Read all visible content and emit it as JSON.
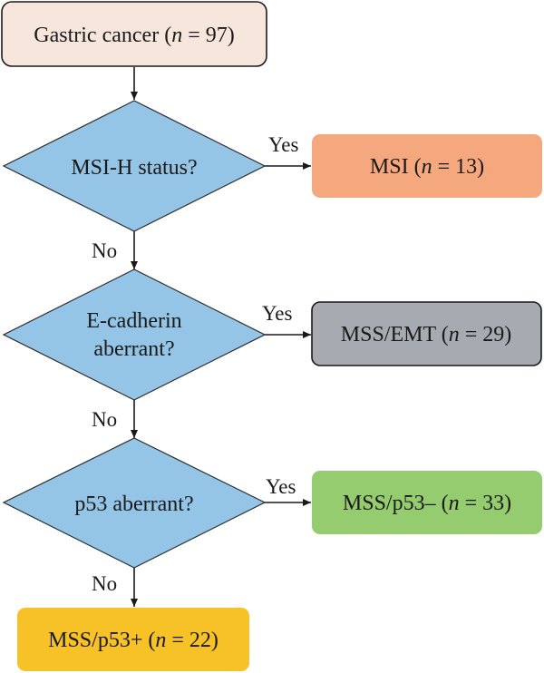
{
  "nodes": {
    "start": {
      "prefix": "Gastric cancer (",
      "n_symbol": "n",
      "suffix": " = 97)",
      "fill": "#f7e6dc"
    },
    "q1": {
      "line1": "MSI-H status?",
      "fill": "#94c4e6"
    },
    "q2": {
      "line1": "E-cadherin",
      "line2": "aberrant?",
      "fill": "#94c4e6"
    },
    "q3": {
      "line1": "p53 aberrant?",
      "fill": "#94c4e6"
    },
    "r_msi": {
      "prefix": "MSI (",
      "n_symbol": "n",
      "suffix": " = 13)",
      "fill": "#f5a87e"
    },
    "r_emt": {
      "prefix": "MSS/EMT (",
      "n_symbol": "n",
      "suffix": " = 29)",
      "fill": "#a7abb1"
    },
    "r_p53neg": {
      "prefix": "MSS/p53– (",
      "n_symbol": "n",
      "suffix": " = 33)",
      "fill": "#95cc6f"
    },
    "r_p53pos": {
      "prefix": "MSS/p53+ (",
      "n_symbol": "n",
      "suffix": " = 22)",
      "fill": "#f7c128"
    }
  },
  "edges": {
    "q1_yes": "Yes",
    "q1_no": "No",
    "q2_yes": "Yes",
    "q2_no": "No",
    "q3_yes": "Yes",
    "q3_no": "No"
  },
  "colors": {
    "stroke": "#1a1a1a",
    "diamond_stroke": "#2a2a2a"
  }
}
